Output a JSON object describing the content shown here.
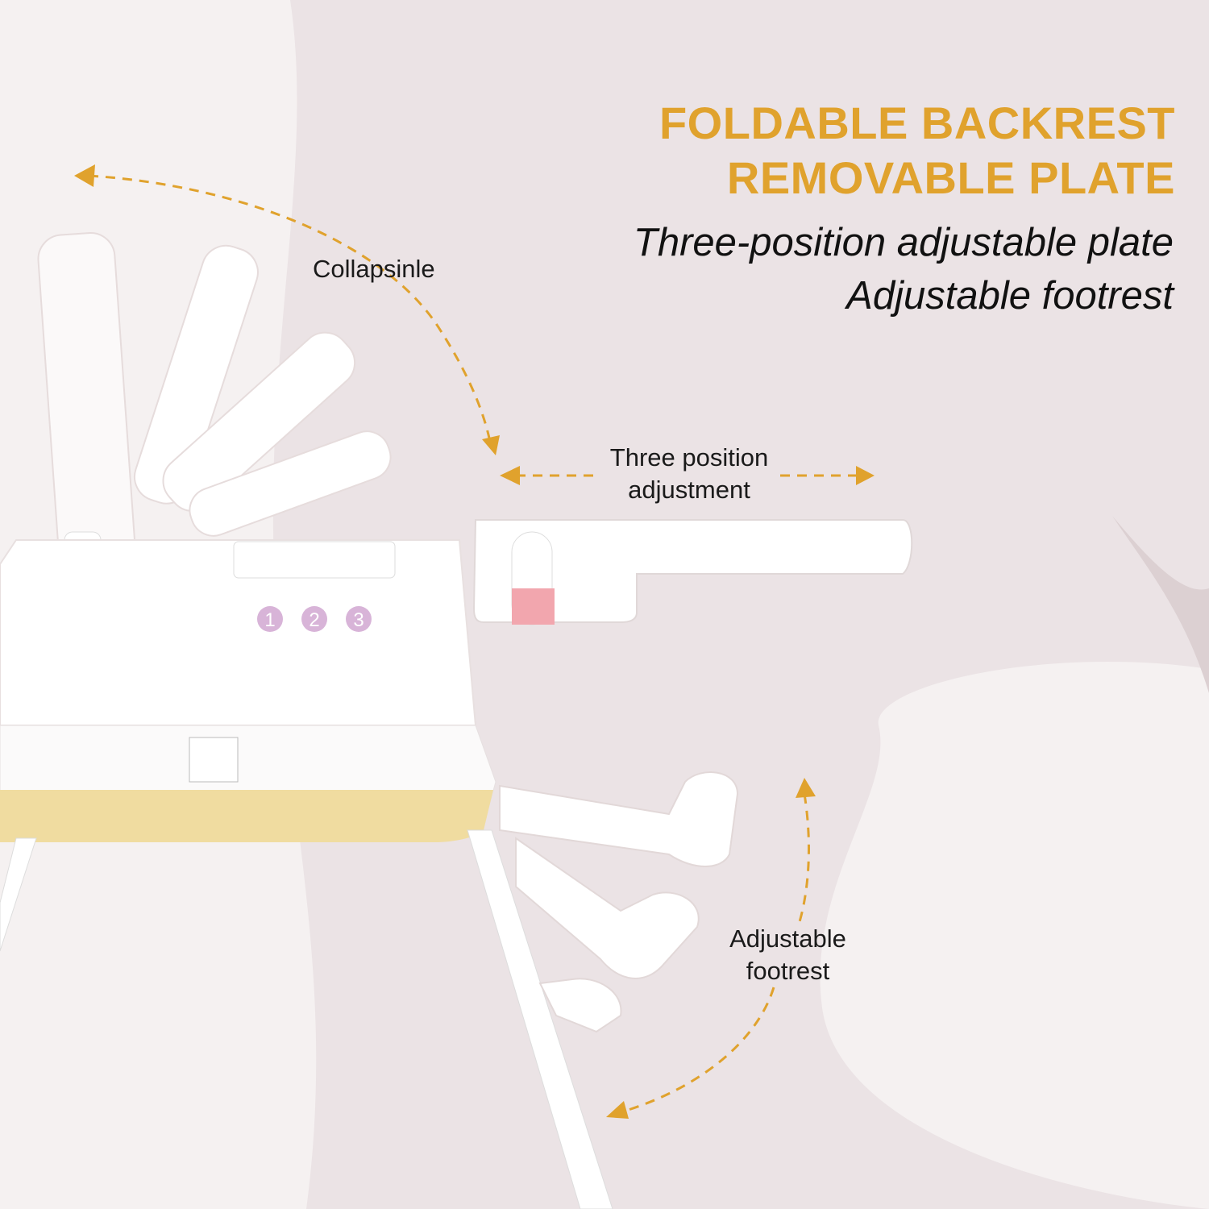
{
  "headline": {
    "line1": "FOLDABLE BACKREST",
    "line2": "REMOVABLE PLATE"
  },
  "features": {
    "line1": "Three-position adjustable plate",
    "line2": "Adjustable footrest"
  },
  "callouts": {
    "backrest": "Collapsinle",
    "plate_line1": "Three position",
    "plate_line2": "adjustment",
    "footrest_line1": "Adjustable",
    "footrest_line2": "footrest"
  },
  "position_markers": [
    "1",
    "2",
    "3"
  ],
  "colors": {
    "accent": "#e0a22d",
    "background": "#ebe3e5",
    "seat_base": "#f0dca0",
    "marker": "#d8b4d8",
    "plate_pink": "#f2a6ae"
  }
}
